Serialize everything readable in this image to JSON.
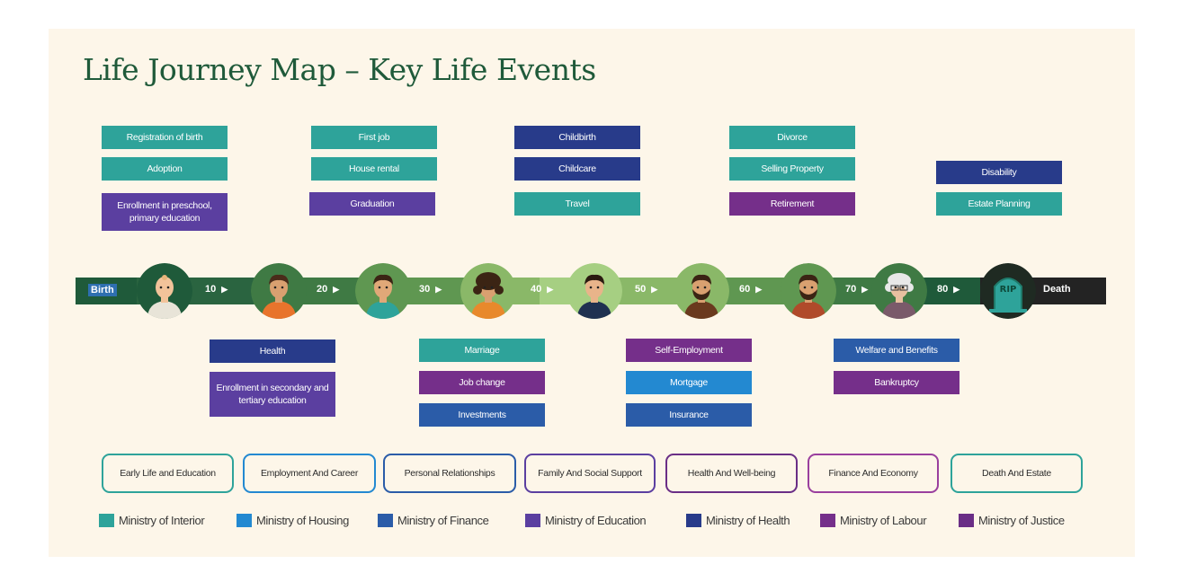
{
  "title": "Life Journey Map – Key Life Events",
  "colors": {
    "interior": "#2ea39a",
    "housing": "#2389d1",
    "finance": "#2b5ca8",
    "education": "#5b3fa0",
    "health": "#283b8a",
    "labour": "#752f8a",
    "justice": "#6a2e86"
  },
  "timeline": {
    "start_label": "Birth",
    "end_label": "Death",
    "ages": [
      "10",
      "20",
      "30",
      "40",
      "50",
      "60",
      "70",
      "80"
    ],
    "avatar_icons": [
      "baby-icon",
      "child-icon",
      "teen-icon",
      "young-adult-woman-icon",
      "adult-man-icon",
      "bearded-man-icon",
      "middle-aged-man-icon",
      "elderly-woman-icon",
      "tombstone-rip-icon"
    ],
    "tombstone_text": "RIP"
  },
  "events_above": [
    {
      "label": "Registration of birth",
      "ministry": "interior"
    },
    {
      "label": "Adoption",
      "ministry": "interior"
    },
    {
      "label": "Enrollment in preschool, primary education",
      "ministry": "education"
    },
    {
      "label": "First job",
      "ministry": "interior"
    },
    {
      "label": "House rental",
      "ministry": "interior"
    },
    {
      "label": "Graduation",
      "ministry": "education"
    },
    {
      "label": "Childbirth",
      "ministry": "health"
    },
    {
      "label": "Childcare",
      "ministry": "health"
    },
    {
      "label": "Travel",
      "ministry": "interior"
    },
    {
      "label": "Divorce",
      "ministry": "interior"
    },
    {
      "label": "Selling Property",
      "ministry": "interior"
    },
    {
      "label": "Retirement",
      "ministry": "labour"
    },
    {
      "label": "Disability",
      "ministry": "health"
    },
    {
      "label": "Estate Planning",
      "ministry": "interior"
    }
  ],
  "events_below": [
    {
      "label": "Health",
      "ministry": "health"
    },
    {
      "label": "Enrollment in secondary and tertiary education",
      "ministry": "education"
    },
    {
      "label": "Marriage",
      "ministry": "interior"
    },
    {
      "label": "Job change",
      "ministry": "labour"
    },
    {
      "label": "Investments",
      "ministry": "finance"
    },
    {
      "label": "Self-Employment",
      "ministry": "labour"
    },
    {
      "label": "Mortgage",
      "ministry": "housing"
    },
    {
      "label": "Insurance",
      "ministry": "finance"
    },
    {
      "label": "Welfare and Benefits",
      "ministry": "finance"
    },
    {
      "label": "Bankruptcy",
      "ministry": "labour"
    }
  ],
  "categories": [
    {
      "label": "Early Life and Education",
      "color": "#2ea39a"
    },
    {
      "label": "Employment And Career",
      "color": "#2389d1"
    },
    {
      "label": "Personal Relationships",
      "color": "#2b5ca8"
    },
    {
      "label": "Family And Social Support",
      "color": "#5b3fa0"
    },
    {
      "label": "Health And Well-being",
      "color": "#6a2e86"
    },
    {
      "label": "Finance And Economy",
      "color": "#9a3f9e"
    },
    {
      "label": "Death And Estate",
      "color": "#2ea39a"
    }
  ],
  "legend": [
    {
      "label": "Ministry of Interior",
      "color": "#2ea39a"
    },
    {
      "label": "Ministry of Housing",
      "color": "#2389d1"
    },
    {
      "label": "Ministry of Finance",
      "color": "#2b5ca8"
    },
    {
      "label": "Ministry of Education",
      "color": "#5b3fa0"
    },
    {
      "label": "Ministry of Health",
      "color": "#283b8a"
    },
    {
      "label": "Ministry of Labour",
      "color": "#752f8a"
    },
    {
      "label": "Ministry of Justice",
      "color": "#6a2e86"
    }
  ]
}
